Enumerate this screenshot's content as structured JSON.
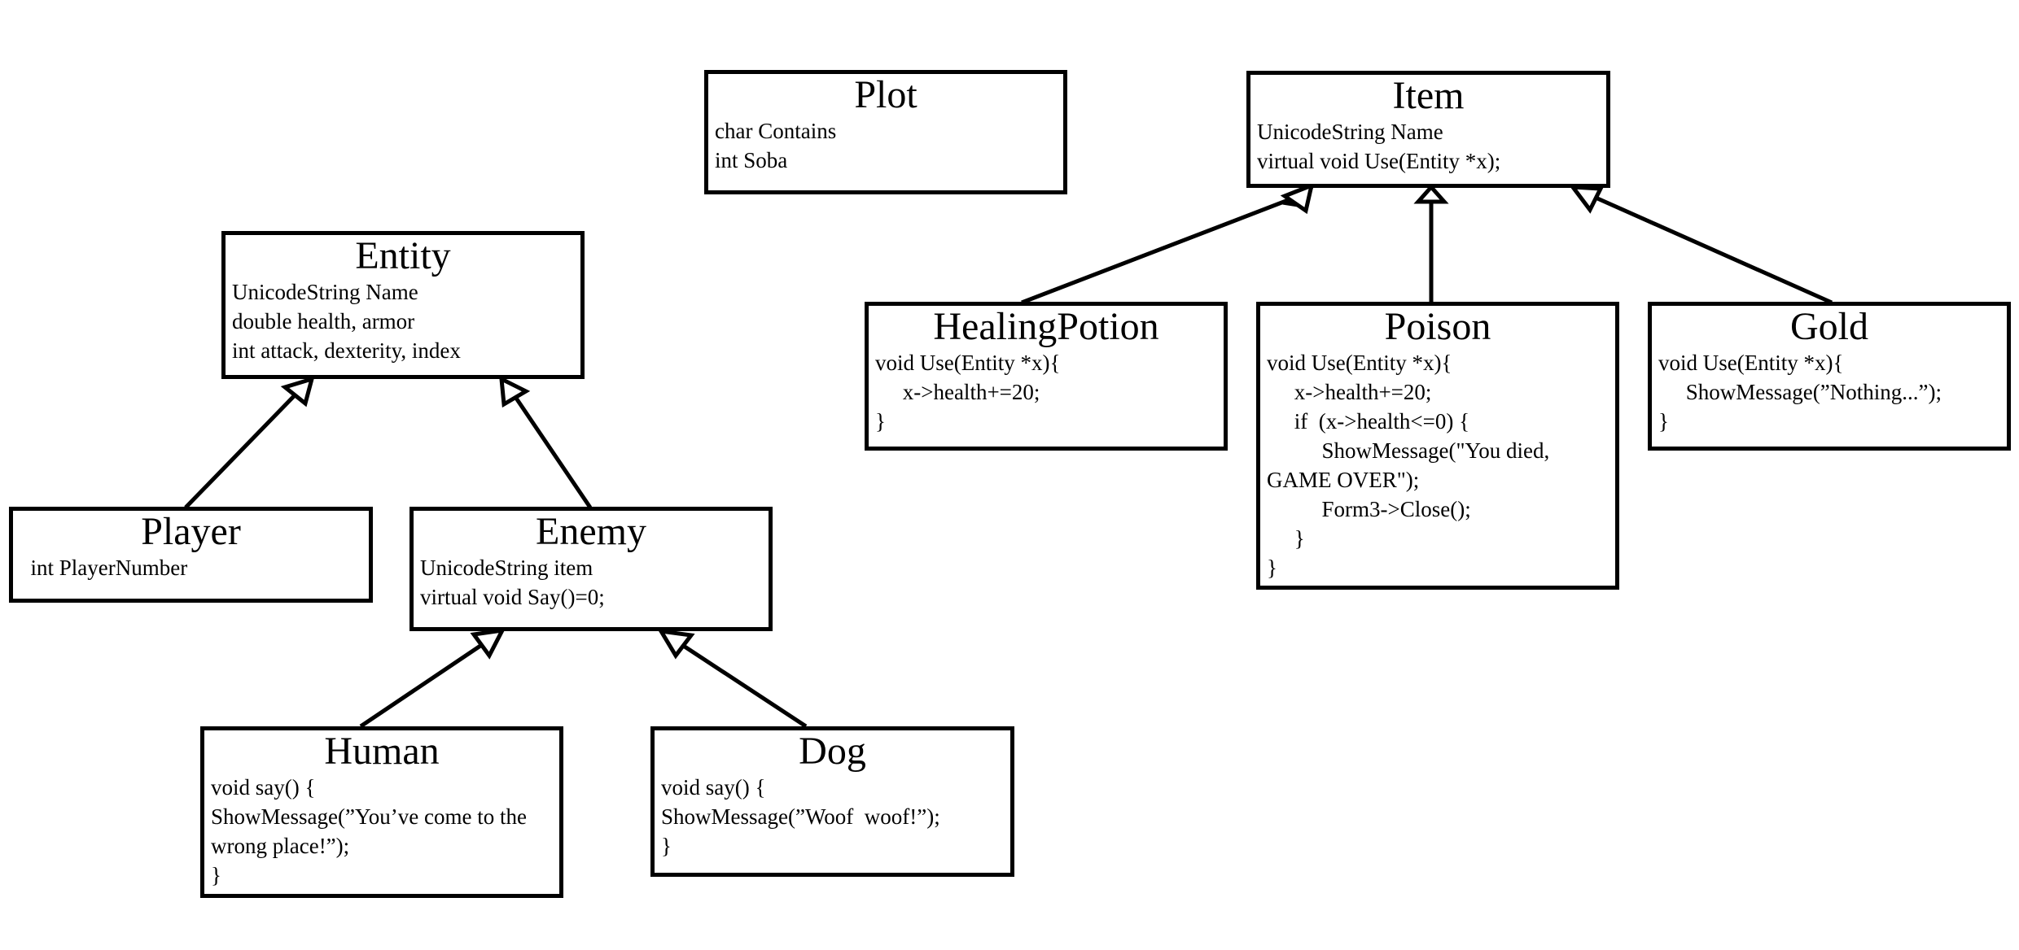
{
  "classes": {
    "plot": {
      "name": "Plot",
      "lines": [
        "char Contains",
        "int Soba"
      ]
    },
    "item": {
      "name": "Item",
      "lines": [
        "UnicodeString Name",
        "virtual void Use(Entity *x);"
      ]
    },
    "entity": {
      "name": "Entity",
      "lines": [
        "UnicodeString Name",
        "double health, armor",
        "int attack, dexterity, index"
      ]
    },
    "healing_potion": {
      "name": "HealingPotion",
      "lines": [
        "void Use(Entity *x){",
        "     x->health+=20;",
        "}"
      ]
    },
    "poison": {
      "name": "Poison",
      "lines": [
        "void Use(Entity *x){",
        "     x->health+=20;",
        "     if  (x->health<=0) {",
        "          ShowMessage(\"You died,",
        "GAME OVER\");",
        "          Form3->Close();",
        "     }",
        "}"
      ]
    },
    "gold": {
      "name": "Gold",
      "lines": [
        "void Use(Entity *x){",
        "     ShowMessage(”Nothing...”);",
        "}"
      ]
    },
    "player": {
      "name": "Player",
      "lines": [
        "  int PlayerNumber"
      ]
    },
    "enemy": {
      "name": "Enemy",
      "lines": [
        "UnicodeString item",
        "virtual void Say()=0;"
      ]
    },
    "human": {
      "name": "Human",
      "lines": [
        "void say() {",
        "ShowMessage(”You’ve come to the",
        "wrong place!”);",
        "}"
      ]
    },
    "dog": {
      "name": "Dog",
      "lines": [
        "void say() {",
        "ShowMessage(”Woof  woof!”);",
        "}"
      ]
    }
  },
  "inheritance": [
    {
      "child": "HealingPotion",
      "parent": "Item"
    },
    {
      "child": "Poison",
      "parent": "Item"
    },
    {
      "child": "Gold",
      "parent": "Item"
    },
    {
      "child": "Player",
      "parent": "Entity"
    },
    {
      "child": "Enemy",
      "parent": "Entity"
    },
    {
      "child": "Human",
      "parent": "Enemy"
    },
    {
      "child": "Dog",
      "parent": "Enemy"
    }
  ]
}
